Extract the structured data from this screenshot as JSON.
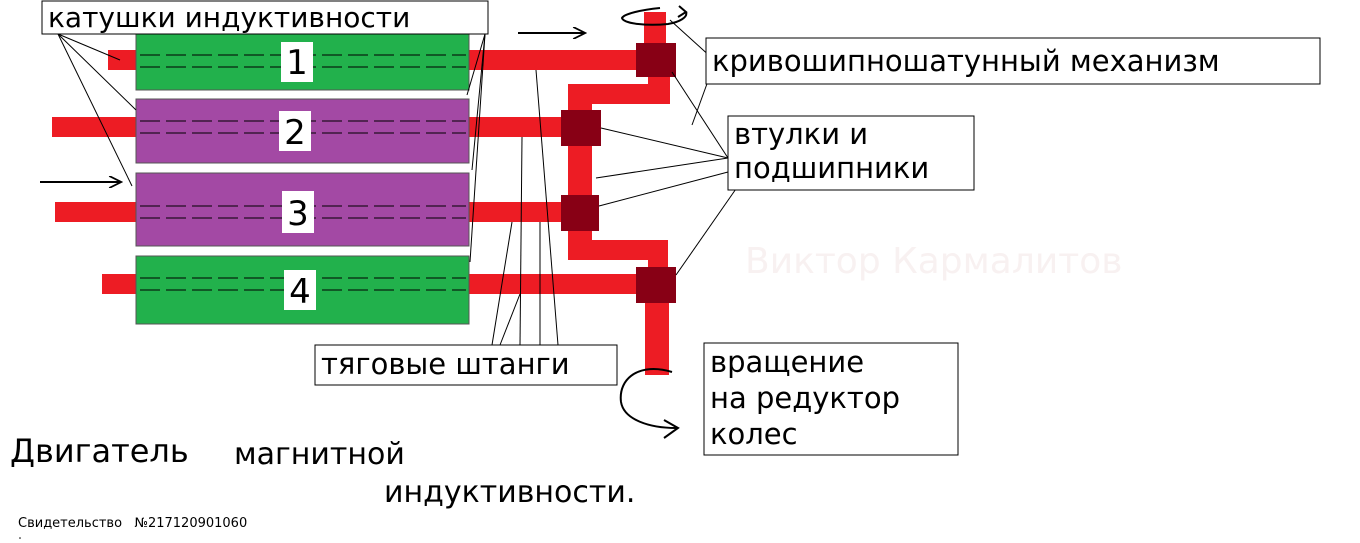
{
  "labels": {
    "coils": "катушки индуктивности",
    "crank": "кривошипношатунный механизм",
    "bushings_line1": "втулки и",
    "bushings_line2": "подшипники",
    "rods": "тяговые штанги",
    "rotation_line1": "вращение",
    "rotation_line2": "на  редуктор",
    "rotation_line3": "колес",
    "title_part1": "Двигатель",
    "title_part2": "магнитной",
    "title_part3": "индуктивности.",
    "certificate": "Свидетельство   №217120901060",
    "watermark": "Виктор Кармалитов"
  },
  "coils": [
    {
      "number": "1",
      "color": "#22b14c"
    },
    {
      "number": "2",
      "color": "#a349a4"
    },
    {
      "number": "3",
      "color": "#a349a4"
    },
    {
      "number": "4",
      "color": "#22b14c"
    }
  ],
  "colors": {
    "rod": "#ed1c24",
    "bearing": "#880015",
    "watermark": "#f8f1f1"
  }
}
